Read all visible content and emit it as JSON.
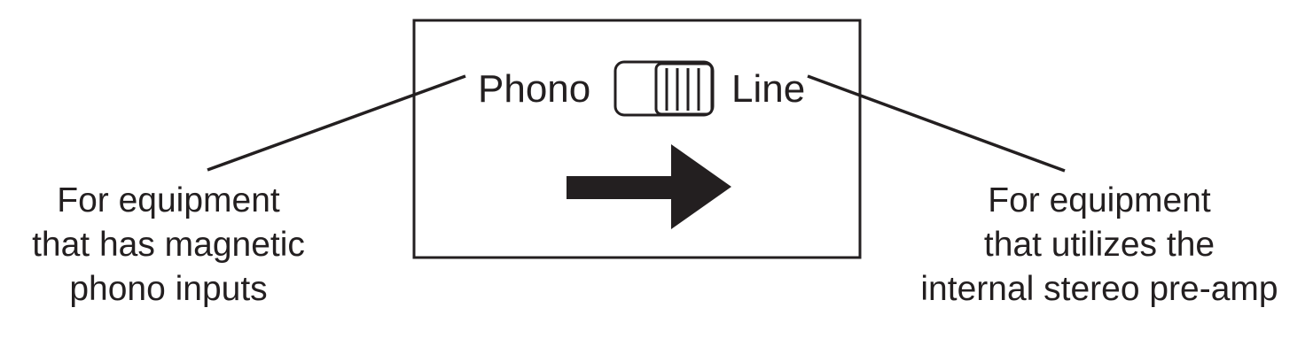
{
  "switch": {
    "left_label": "Phono",
    "right_label": "Line",
    "position": "Line"
  },
  "captions": {
    "left": [
      "For equipment",
      "that has magnetic",
      "phono inputs"
    ],
    "right": [
      "For equipment",
      "that utilizes the",
      "internal stereo pre-amp"
    ]
  },
  "icons": {
    "arrow": "arrow-right-icon",
    "switch": "slide-switch-icon"
  },
  "colors": {
    "ink": "#231f20",
    "background": "#ffffff"
  }
}
